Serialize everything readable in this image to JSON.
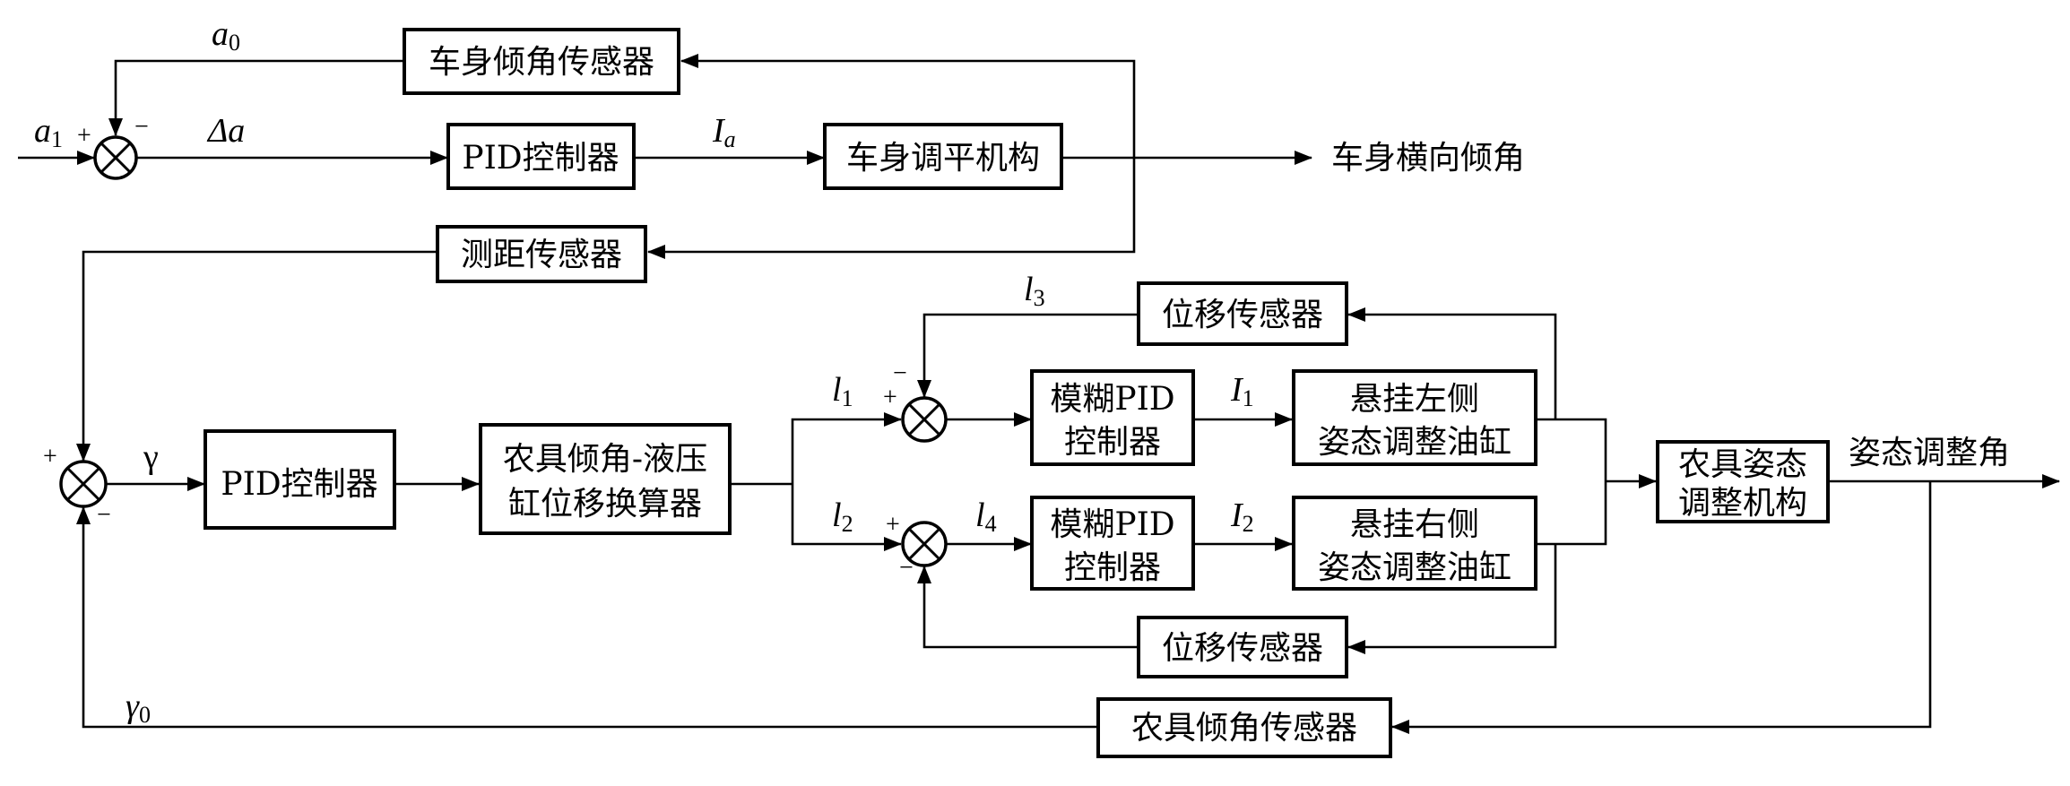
{
  "diagram": {
    "type": "control-block-diagram",
    "blocks": {
      "body_tilt_sensor": "车身倾角传感器",
      "pid_top": "PID控制器",
      "body_leveling": "车身调平机构",
      "range_sensor": "测距传感器",
      "pid_main": "PID控制器",
      "converter_line1": "农具倾角-液压",
      "converter_line2": "缸位移换算器",
      "fuzzy_pid_left_line1": "模糊PID",
      "fuzzy_pid_left_line2": "控制器",
      "fuzzy_pid_right_line1": "模糊PID",
      "fuzzy_pid_right_line2": "控制器",
      "cyl_left_line1": "悬挂左侧",
      "cyl_left_line2": "姿态调整油缸",
      "cyl_right_line1": "悬挂右侧",
      "cyl_right_line2": "姿态调整油缸",
      "disp_sensor_top": "位移传感器",
      "disp_sensor_bottom": "位移传感器",
      "implement_mech_line1": "农具姿态",
      "implement_mech_line2": "调整机构",
      "implement_tilt_sensor": "农具倾角传感器"
    },
    "outputs": {
      "body_lateral_tilt": "车身横向倾角",
      "attitude_angle": "姿态调整角"
    },
    "signals": {
      "a0": {
        "base": "a",
        "sub": "0"
      },
      "a1": {
        "base": "a",
        "sub": "1"
      },
      "delta_a": {
        "base": "Δa",
        "sub": ""
      },
      "Ia": {
        "base": "I",
        "sub": "a"
      },
      "gamma": {
        "base": "γ",
        "sub": ""
      },
      "gamma0": {
        "base": "γ",
        "sub": "0"
      },
      "l1": {
        "base": "l",
        "sub": "1"
      },
      "l2": {
        "base": "l",
        "sub": "2"
      },
      "l3": {
        "base": "l",
        "sub": "3"
      },
      "l4": {
        "base": "l",
        "sub": "4"
      },
      "I1": {
        "base": "I",
        "sub": "1"
      },
      "I2": {
        "base": "I",
        "sub": "2"
      }
    },
    "signs": {
      "plus": "+",
      "minus": "−"
    }
  }
}
